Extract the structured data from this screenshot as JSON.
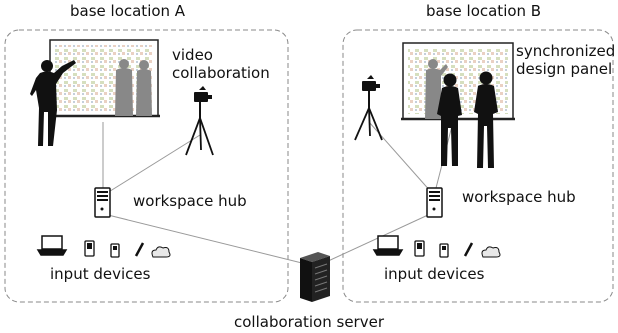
{
  "site_a": {
    "title": "base location A",
    "panel_caption": [
      "video",
      "collaboration"
    ],
    "hub_label": "workspace hub",
    "devices_label": "input devices"
  },
  "site_b": {
    "title": "base location B",
    "panel_caption": [
      "synchronized",
      "design panel"
    ],
    "hub_label": "workspace hub",
    "devices_label": "input devices"
  },
  "server": {
    "label": "collaboration server"
  },
  "colors": {
    "boundary": "#8a8a8a",
    "link": "#9a9a9a",
    "silhouette": "#111111",
    "remote_silhouette": "#888888"
  },
  "icons": {
    "hub": "tower-server-icon",
    "devices": [
      "laptop-icon",
      "phone-icon",
      "phone-icon",
      "stylus-icon",
      "cloud-icon"
    ],
    "camera": "tripod-camera-icon",
    "server": "rack-server-icon"
  }
}
